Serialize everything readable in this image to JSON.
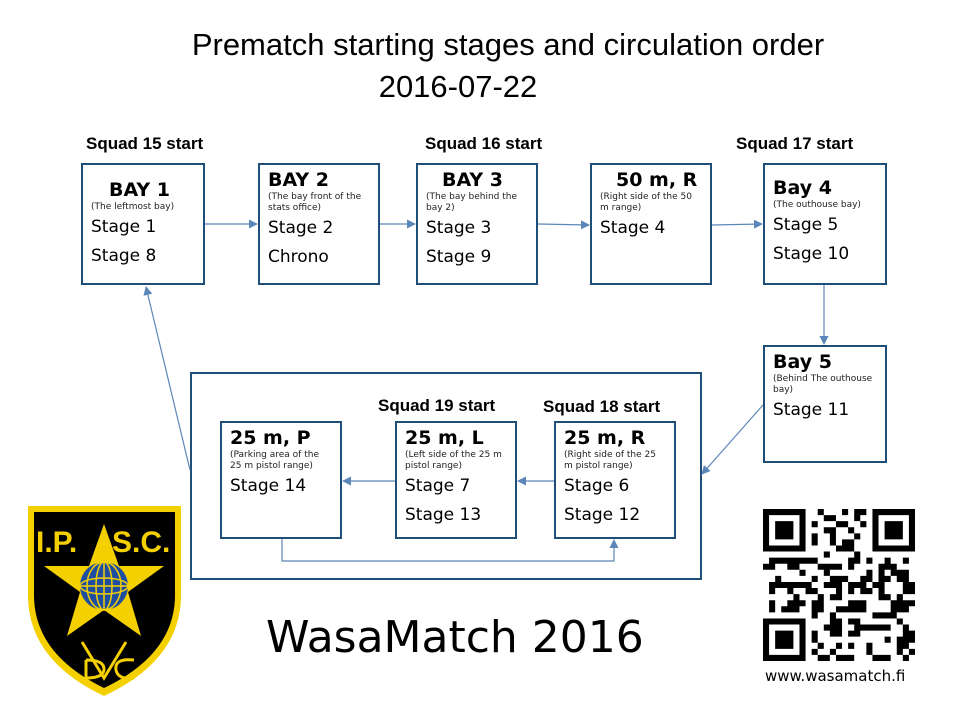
{
  "title": {
    "line1": "Prematch starting stages and circulation order",
    "line2": "2016-07-22"
  },
  "squads": {
    "s15": "Squad 15 start",
    "s16": "Squad 16 start",
    "s17": "Squad 17 start",
    "s18": "Squad 18 start",
    "s19": "Squad 19 start"
  },
  "bays": {
    "bay1": {
      "name": "BAY 1",
      "note": "(The leftmost bay)",
      "stages": [
        "Stage 1",
        "Stage 8"
      ]
    },
    "bay2": {
      "name": "BAY 2",
      "note": "(The bay front of the stats office)",
      "stages": [
        "Stage 2",
        "Chrono"
      ]
    },
    "bay3": {
      "name": "BAY 3",
      "note": "(The bay behind the bay 2)",
      "stages": [
        "Stage 3",
        "Stage 9"
      ]
    },
    "r50": {
      "name": "50 m, R",
      "note": "(Right side of the 50 m range)",
      "stages": [
        "Stage 4"
      ]
    },
    "bay4": {
      "name": "Bay 4",
      "note": "(The outhouse bay)",
      "stages": [
        "Stage 5",
        "Stage 10"
      ]
    },
    "bay5": {
      "name": "Bay 5",
      "note": "(Behind The outhouse bay)",
      "stages": [
        "Stage 11"
      ]
    },
    "r25": {
      "name": "25 m, R",
      "note": "(Right side of the 25 m pistol range)",
      "stages": [
        "Stage 6",
        "Stage 12"
      ]
    },
    "l25": {
      "name": "25 m, L",
      "note": "(Left side of the 25 m pistol range)",
      "stages": [
        "Stage 7",
        "Stage 13"
      ]
    },
    "p25": {
      "name": "25 m, P",
      "note": "(Parking area of the 25 m pistol range)",
      "stages": [
        "Stage 14"
      ]
    }
  },
  "footer": {
    "event": "WasaMatch 2016",
    "url": "www.wasamatch.fi"
  },
  "logo": {
    "text_left": "I.P.",
    "text_right": "S.C.",
    "colors": {
      "shield": "#000000",
      "rim": "#f5d000",
      "star": "#f5d000",
      "globe": "#1f4ea0"
    }
  },
  "colors": {
    "box_border": "#1f4e79",
    "arrow": "#5b87b8"
  }
}
